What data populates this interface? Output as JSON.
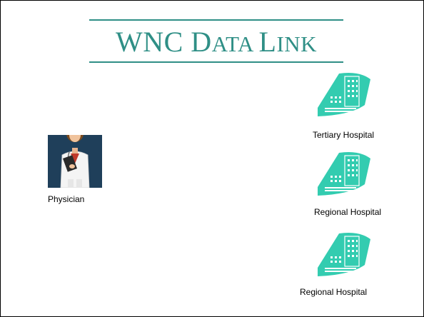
{
  "slide": {
    "title": {
      "w": "WNC ",
      "d": "D",
      "ata": "ATA ",
      "l": "L",
      "ink": "INK"
    }
  },
  "nodes": {
    "physician": {
      "label": "Physician",
      "icon": "physician-icon"
    },
    "hospitals": [
      {
        "label": "Tertiary Hospital",
        "icon": "hospital-icon"
      },
      {
        "label": "Regional Hospital",
        "icon": "hospital-icon"
      },
      {
        "label": "Regional Hospital",
        "icon": "hospital-icon"
      }
    ]
  },
  "colors": {
    "title": "#2f8f86",
    "hospital": "#33ccb0",
    "hospital_window": "#ffffff",
    "physician_bg": "#1f3f5a"
  }
}
